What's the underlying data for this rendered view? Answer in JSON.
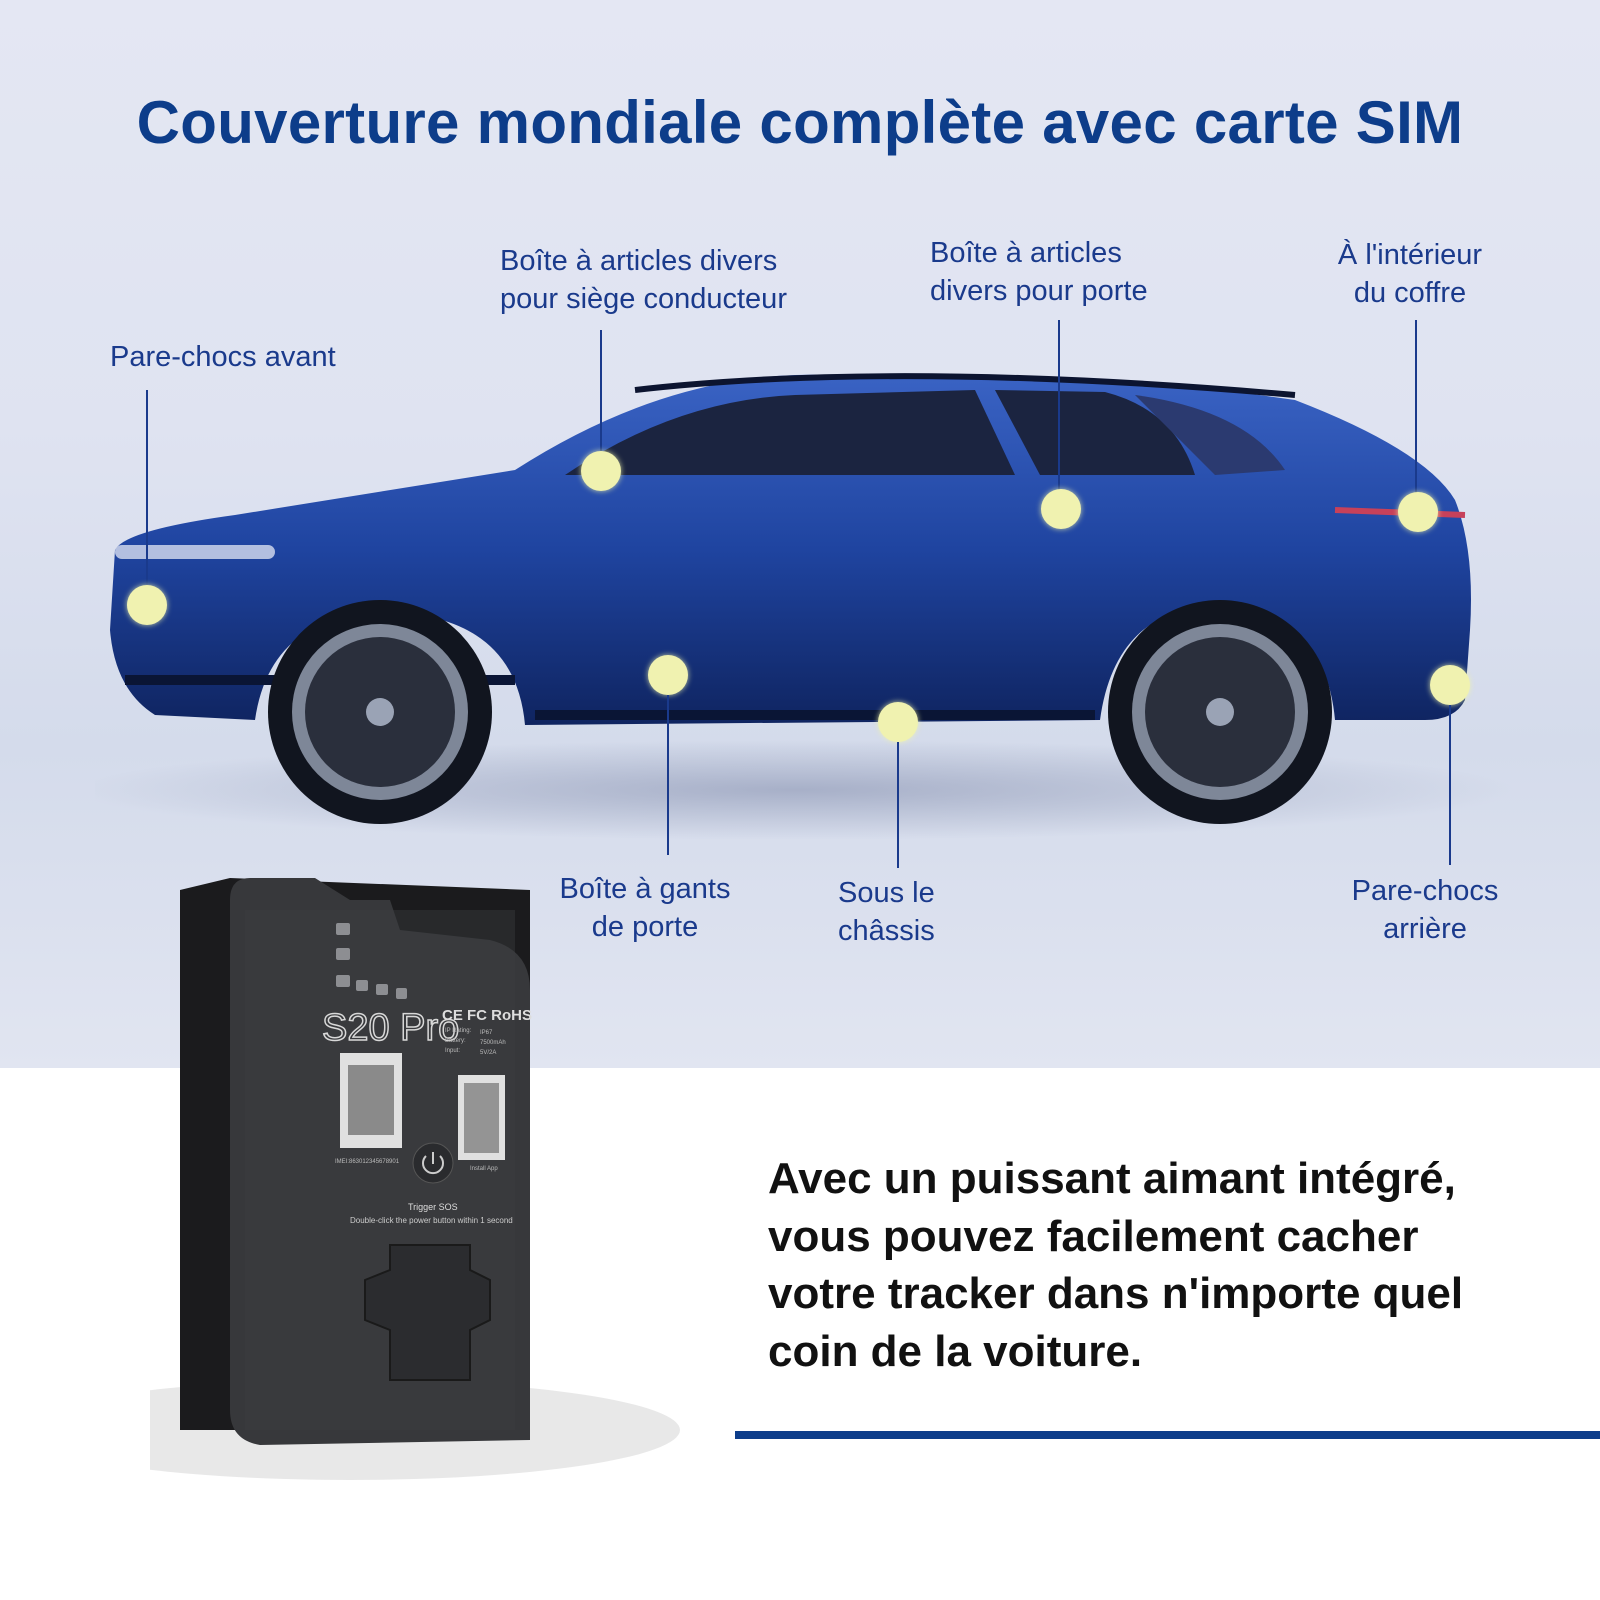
{
  "title": "Couverture mondiale complète avec carte SIM",
  "locations": {
    "front_bumper": [
      "Pare-chocs avant"
    ],
    "driver_seat_box": [
      "Boîte à articles divers",
      "pour siège conducteur"
    ],
    "door_box": [
      "Boîte à articles",
      "divers pour porte"
    ],
    "trunk": [
      "À l'intérieur",
      "du coffre"
    ],
    "glove_box": [
      "Boîte à gants",
      "de porte"
    ],
    "under_chassis": [
      "Sous le",
      "châssis"
    ],
    "rear_bumper": [
      "Pare-chocs",
      "arrière"
    ]
  },
  "device": {
    "model": "S20 Pro",
    "certifications": "CE FC RoHS",
    "spec_labels": [
      "IP Rating:",
      "Battery:",
      "Input:"
    ],
    "spec_values": [
      "IP67",
      "7500mAh",
      "5V/2A"
    ],
    "imei": "IMEI:863012345678901",
    "install_app": "Install App",
    "sos_title": "Trigger SOS",
    "sos_hint": "Double-click the power button within 1 second"
  },
  "description": [
    "Avec un puissant aimant intégré,",
    "vous pouvez facilement cacher",
    "votre tracker dans n'importe quel",
    "coin de la voiture."
  ],
  "colors": {
    "accent": "#0d3d8a",
    "marker": "#f0f2b0",
    "car": "#1e3f8f"
  }
}
